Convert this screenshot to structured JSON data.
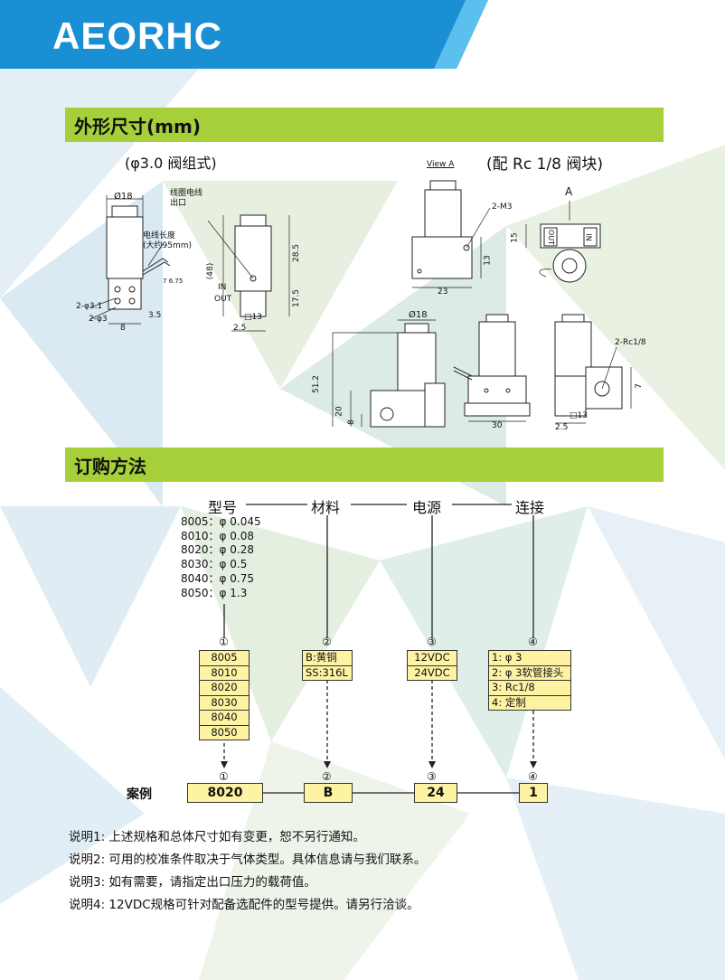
{
  "brand": "AEORHC",
  "sections": {
    "dimensions_title": "外形尺寸(mm)",
    "ordering_title": "订购方法"
  },
  "drawing_left": {
    "caption": "(φ3.0 阀组式)",
    "diam": "Ø18",
    "lead_note_1": "电线长度",
    "lead_note_2": "(大约95mm)",
    "coil_note_1": "线圈电线",
    "coil_note_2": "出口",
    "d_7": "7",
    "d_675": "6.75",
    "d_2phi31": "2-φ3.1",
    "d_2phi3": "2-φ3",
    "d_35": "3.5",
    "d_8": "8",
    "d_48": "(48)",
    "d_285": "28.5",
    "d_175": "17.5",
    "in_label": "IN",
    "out_label": "OUT",
    "d_13": "□13",
    "d_25": "2.5"
  },
  "drawing_right": {
    "caption": "(配 Rc 1/8 阀块)",
    "view": "View A",
    "d_2m3": "2-M3",
    "d_13": "13",
    "d_23": "23",
    "arrow_a": "A",
    "d_15": "15",
    "out_port": "OUT",
    "in_port": "IN",
    "d_phi18": "Ø18",
    "d_512": "51.2",
    "d_20": "20",
    "d_8": "8",
    "d_30": "30",
    "d_rc": "2-Rc1/8",
    "d_7": "7",
    "d_sq13": "□13",
    "d_25": "2.5"
  },
  "ordering": {
    "categories": [
      "型号",
      "材料",
      "电源",
      "连接"
    ],
    "model_specs": [
      "8005：φ 0.045",
      "8010：φ 0.08",
      "8020：φ 0.28",
      "8030：φ 0.5",
      "8040：φ 0.75",
      "8050：φ 1.3"
    ],
    "markers": [
      "①",
      "②",
      "③",
      "④"
    ],
    "model_options": [
      "8005",
      "8010",
      "8020",
      "8030",
      "8040",
      "8050"
    ],
    "material_options": [
      "B:黄铜",
      "SS:316L"
    ],
    "power_options": [
      "12VDC",
      "24VDC"
    ],
    "connection_options": [
      "1: φ 3",
      "2: φ 3软管接头",
      "3: Rc1/8",
      "4: 定制"
    ],
    "example_label": "案例",
    "example_values": [
      "8020",
      "B",
      "24",
      "1"
    ]
  },
  "notes": [
    "说明1: 上述规格和总体尺寸如有变更，恕不另行通知。",
    "说明2: 可用的校准条件取决于气体类型。具体信息请与我们联系。",
    "说明3: 如有需要，请指定出口压力的载荷值。",
    "说明4: 12VDC规格可针对配备选配件的型号提供。请另行洽谈。"
  ],
  "colors": {
    "header_blue": "#1a8fd4",
    "section_green": "#a6cf3a",
    "option_yellow": "#fdf3a3"
  }
}
